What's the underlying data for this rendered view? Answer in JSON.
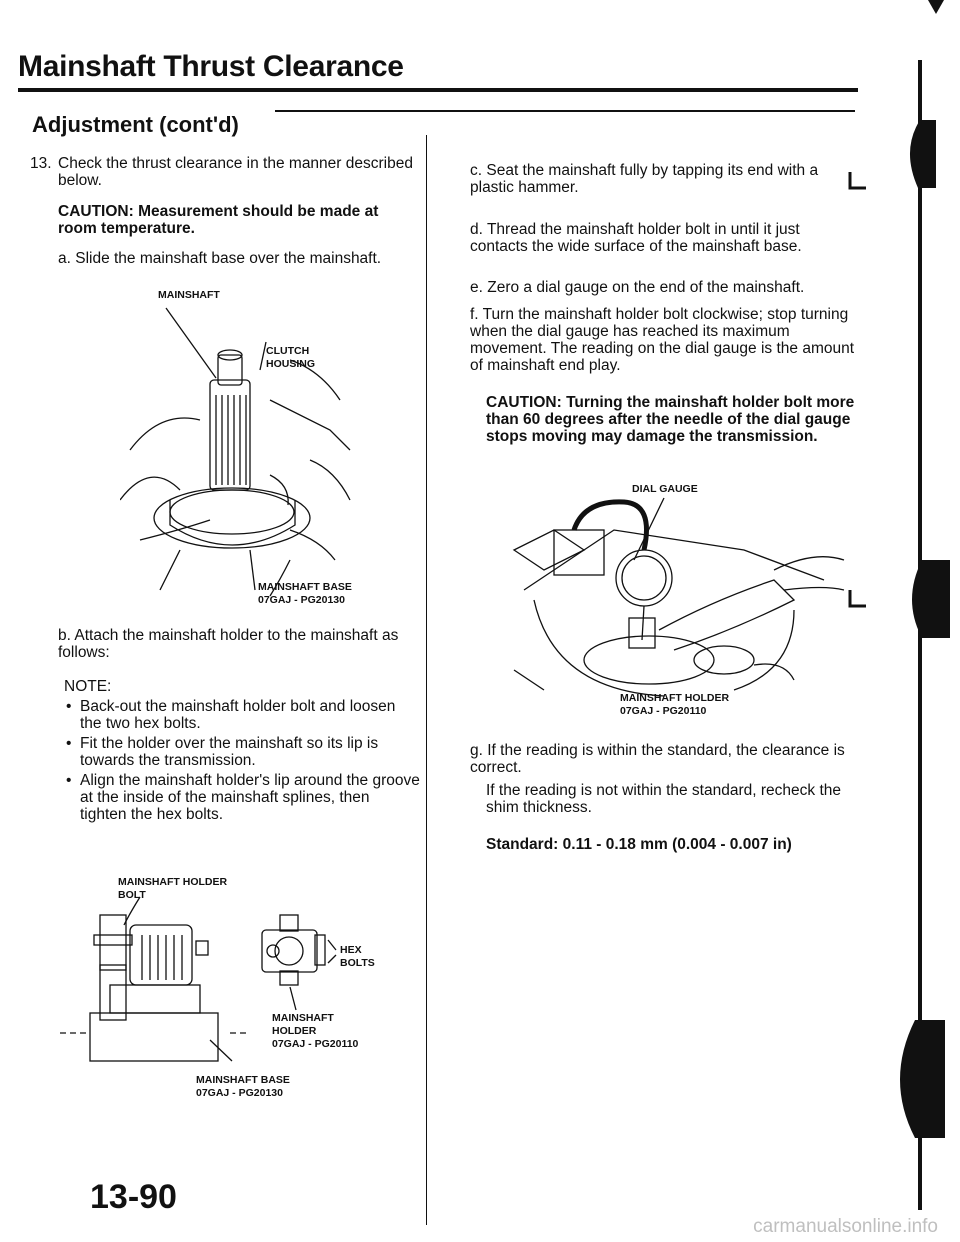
{
  "header": {
    "title": "Mainshaft Thrust Clearance",
    "subtitle": "Adjustment (cont'd)"
  },
  "left": {
    "step13_num": "13.",
    "step13_text": "Check the thrust clearance in the manner described below.",
    "caution1": "CAUTION: Measurement should be made at room temperature.",
    "step_a": "a. Slide the mainshaft base over the mainshaft.",
    "fig1": {
      "label_mainshaft": "MAINSHAFT",
      "label_clutch": "CLUTCH",
      "label_housing": "HOUSING",
      "label_base": "MAINSHAFT BASE",
      "label_base_pn": "07GAJ - PG20130"
    },
    "step_b": "b. Attach the mainshaft holder to the mainshaft as follows:",
    "note_label": "NOTE:",
    "notes": [
      "Back-out the mainshaft holder bolt and loosen the two hex bolts.",
      "Fit the holder over the mainshaft so its lip is towards the transmission.",
      "Align the mainshaft holder's lip around the groove at the inside of the mainshaft splines, then tighten the hex bolts."
    ],
    "fig2": {
      "label_holder_bolt_1": "MAINSHAFT HOLDER",
      "label_holder_bolt_2": "BOLT",
      "label_hex_1": "HEX",
      "label_hex_2": "BOLTS",
      "label_holder_1": "MAINSHAFT",
      "label_holder_2": "HOLDER",
      "label_holder_pn": "07GAJ - PG20110",
      "label_base": "MAINSHAFT BASE",
      "label_base_pn": "07GAJ - PG20130"
    }
  },
  "right": {
    "step_c": "c. Seat the mainshaft fully by tapping its end with a plastic hammer.",
    "step_d": "d. Thread the mainshaft holder bolt in until it just contacts the wide surface of the mainshaft base.",
    "step_e": "e. Zero a dial gauge on the end of the mainshaft.",
    "step_f": "f. Turn the mainshaft holder bolt clockwise; stop turning when the dial gauge has reached its maximum movement. The reading on the dial gauge is the amount of mainshaft end play.",
    "caution2": "CAUTION: Turning the mainshaft holder bolt more than 60 degrees after the needle of the dial gauge stops moving may damage the transmission.",
    "fig3": {
      "label_dial": "DIAL GAUGE",
      "label_holder": "MAINSHAFT HOLDER",
      "label_holder_pn": "07GAJ - PG20110"
    },
    "step_g1": "g. If the reading is within the standard, the clearance is correct.",
    "step_g2": "If the reading is not within the standard, recheck the shim thickness.",
    "standard": "Standard: 0.11 - 0.18 mm (0.004 - 0.007 in)"
  },
  "footer": {
    "page_number": "13-90",
    "site": "carmanualsonline.info"
  }
}
